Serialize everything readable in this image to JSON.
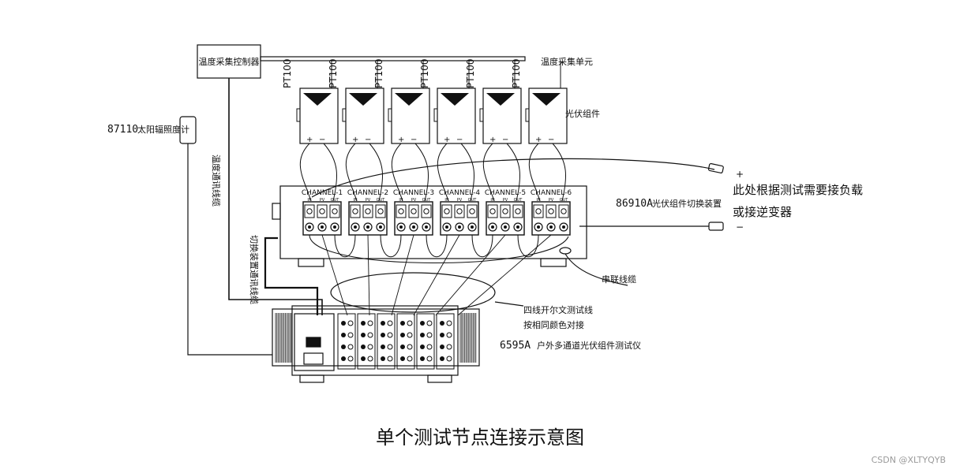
{
  "labels": {
    "temp_controller": "温度采集控制器",
    "temp_unit": "温度采集单元",
    "pt100": "PT100",
    "pv_module": "光伏组件",
    "irradiance_model": "87110",
    "irradiance_name": "太阳辐照度计",
    "temp_cable": "温度通讯线缆",
    "switch_cable": "切换装置通讯线缆",
    "switch_model": "86910A",
    "switch_name": "光伏组件切换装置",
    "load_note_line1": "此处根据测试需要接负载",
    "load_note_line2": "或接逆变器",
    "plus": "+",
    "minus": "−",
    "series_cable": "串联线缆",
    "four_wire_line1": "四线开尔文测试线",
    "four_wire_line2": "按相同颜色对接",
    "tester_model": "6595A",
    "tester_name": "户外多通道光伏组件测试仪",
    "port_in": "IN",
    "port_pv": "PV",
    "port_out": "OUT"
  },
  "channels": [
    "CHANNEL-1",
    "CHANNEL-2",
    "CHANNEL-3",
    "CHANNEL-4",
    "CHANNEL-5",
    "CHANNEL-6"
  ],
  "caption": "单个测试节点连接示意图",
  "watermark": "CSDN @XLTYQYB"
}
